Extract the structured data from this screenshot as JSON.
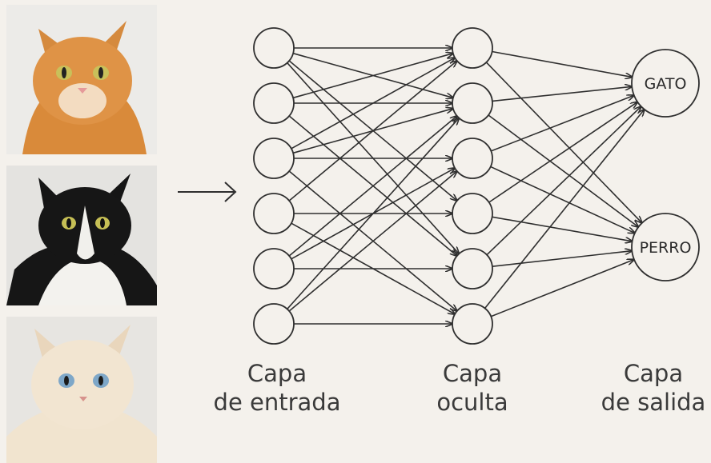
{
  "images": [
    {
      "subject": "orange tabby cat",
      "icon": "orange-cat-photo"
    },
    {
      "subject": "black and white cat",
      "icon": "tuxedo-cat-photo"
    },
    {
      "subject": "cream cat with blue eyes",
      "icon": "cream-cat-photo"
    }
  ],
  "arrow_icon": "right-arrow-icon",
  "layers": {
    "input": {
      "line1": "Capa",
      "line2": "de entrada",
      "nodes": 6
    },
    "hidden": {
      "line1": "Capa",
      "line2": "oculta",
      "nodes": 6
    },
    "output": {
      "line1": "Capa",
      "line2": "de salida",
      "nodes": [
        "GATO",
        "PERRO"
      ]
    }
  },
  "colors": {
    "background": "#f4f1ec",
    "stroke": "#2f2f2f",
    "text": "#3a3a3a"
  }
}
